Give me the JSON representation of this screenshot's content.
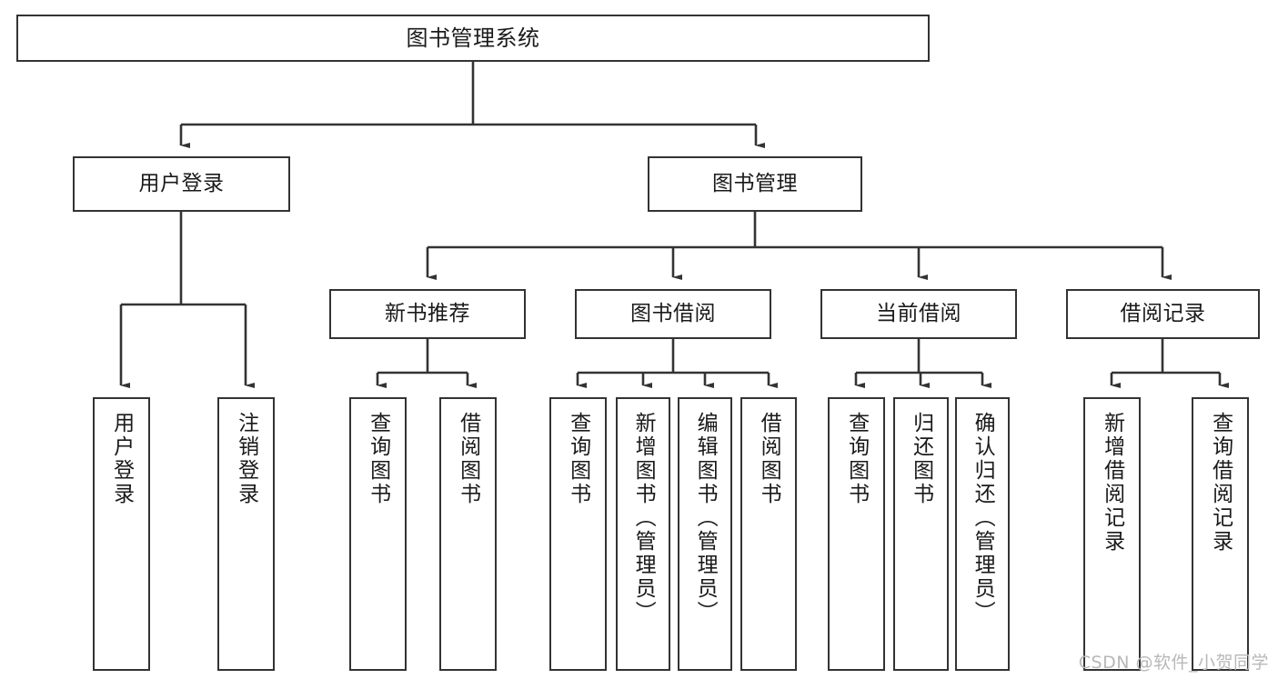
{
  "diagram": {
    "type": "tree-hierarchy-chart",
    "title": "图书管理系统",
    "stroke_color": "#333333",
    "fill_color": "#ffffff",
    "text_color": "#1a1a1a",
    "watermark": "CSDN @软件_小贺同学"
  },
  "nodes": {
    "root": {
      "label": "图书管理系统"
    },
    "level2": [
      {
        "id": "user-login",
        "label": "用户登录"
      },
      {
        "id": "book-manage",
        "label": "图书管理"
      }
    ],
    "level3": [
      {
        "id": "new-book-recommend",
        "label": "新书推荐"
      },
      {
        "id": "book-borrow",
        "label": "图书借阅"
      },
      {
        "id": "current-borrow",
        "label": "当前借阅"
      },
      {
        "id": "borrow-record",
        "label": "借阅记录"
      }
    ],
    "leaves": {
      "user_login": [
        {
          "id": "leaf-user-login",
          "label": "用户登录"
        },
        {
          "id": "leaf-logout-login",
          "label": "注销登录"
        }
      ],
      "new_book_recommend": [
        {
          "id": "leaf-query-book-1",
          "label": "查询图书"
        },
        {
          "id": "leaf-borrow-book-1",
          "label": "借阅图书"
        }
      ],
      "book_borrow": [
        {
          "id": "leaf-query-book-2",
          "label": "查询图书"
        },
        {
          "id": "leaf-add-book",
          "label": "新增图书（管理员）"
        },
        {
          "id": "leaf-edit-book",
          "label": "编辑图书（管理员）"
        },
        {
          "id": "leaf-borrow-book-2",
          "label": "借阅图书"
        }
      ],
      "current_borrow": [
        {
          "id": "leaf-query-book-3",
          "label": "查询图书"
        },
        {
          "id": "leaf-return-book",
          "label": "归还图书"
        },
        {
          "id": "leaf-confirm-return",
          "label": "确认归还（管理员）"
        }
      ],
      "borrow_record": [
        {
          "id": "leaf-add-record",
          "label": "新增借阅记录"
        },
        {
          "id": "leaf-query-record",
          "label": "查询借阅记录"
        }
      ]
    }
  }
}
